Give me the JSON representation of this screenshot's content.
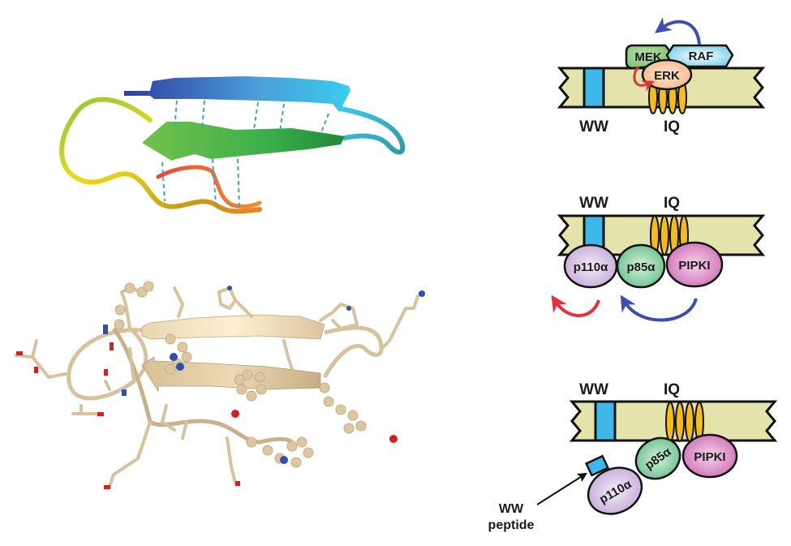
{
  "figure": {
    "panels": {
      "ribbon_structure": {
        "description": "WW domain beta-sheet ribbon, rainbow colored with hydrogen bonds",
        "colors": {
          "strand1": [
            "#2c3f9a",
            "#3a62b8",
            "#4b8fcf",
            "#44aee0",
            "#35c5ee"
          ],
          "strand2": [
            "#6abf45",
            "#55b84a",
            "#3fae48",
            "#1f9a3a"
          ],
          "loop_yellow": "#e8dc1a",
          "tail_red": "#e8483a",
          "tail_orange": "#e8821e",
          "turn_cyan": "#3ab6c8",
          "hbond": "#3aa6c8"
        }
      },
      "stick_structure": {
        "description": "WW domain side chains, tan with N and O atoms",
        "colors": {
          "carbon": "#d8c29c",
          "nitrogen": "#2d4fb0",
          "oxygen": "#d81e1e"
        }
      },
      "schematic_1": {
        "domain_labels": {
          "ww": "WW",
          "iq": "IQ"
        },
        "proteins": {
          "mek": "MEK",
          "raf": "RAF",
          "erk": "ERK"
        }
      },
      "schematic_2": {
        "domain_labels": {
          "ww": "WW",
          "iq": "IQ"
        },
        "proteins": {
          "p110": "p110α",
          "p85": "p85α",
          "pipki": "PIPKI"
        }
      },
      "schematic_3": {
        "domain_labels": {
          "ww": "WW",
          "iq": "IQ"
        },
        "proteins": {
          "p110": "p110α",
          "p85": "p85α",
          "pipki": "PIPKI"
        },
        "annotation": {
          "line1": "WW",
          "line2": "peptide"
        }
      }
    },
    "colors": {
      "scaffold": "#e4e3ab",
      "ww_box": "#3cb8ea",
      "iq_motif": "#f6bd1a",
      "mek": "#8ccb7e",
      "raf": "#b8e2f0",
      "erk": "#f8c8a0",
      "p110": "#d4c2e2",
      "p85": "#7ccc9a",
      "pipki": "#d880c0",
      "arrow_blue": "#3a4fb0",
      "arrow_red": "#e8303a"
    }
  }
}
